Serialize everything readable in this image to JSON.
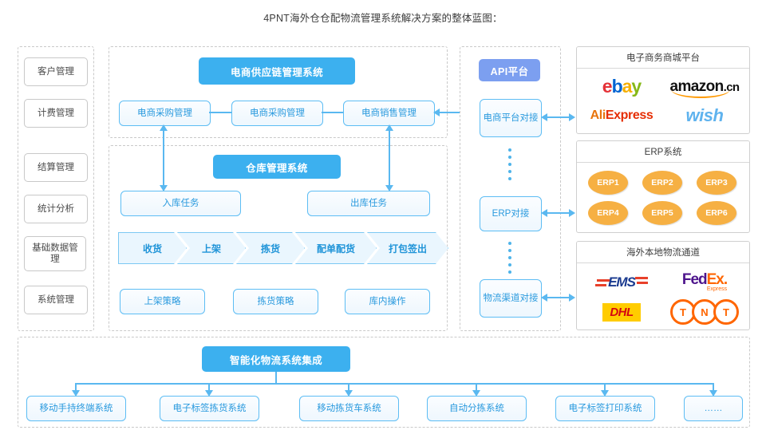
{
  "title": "4PNT海外仓仓配物流管理系统解决方案的整体蓝图：",
  "colors": {
    "header_blue": "#3cb0ef",
    "api_purple": "#7c9ff0",
    "box_border": "#5dbdf4",
    "box_text": "#2a9ade",
    "erp_orange": "#f6b043",
    "connector": "#5ab8f0",
    "sidebar_border": "#c8c8c8"
  },
  "sidebar": {
    "items": [
      {
        "label": "客户管理"
      },
      {
        "label": "计费管理"
      },
      {
        "label": "结算管理"
      },
      {
        "label": "统计分析"
      },
      {
        "label": "基础数据管理"
      },
      {
        "label": "系统管理"
      }
    ]
  },
  "supply_chain": {
    "header": "电商供应链管理系统",
    "boxes": [
      {
        "label": "电商采购管理"
      },
      {
        "label": "电商采购管理"
      },
      {
        "label": "电商销售管理"
      }
    ]
  },
  "warehouse": {
    "header": "仓库管理系统",
    "tasks": [
      {
        "label": "入库任务"
      },
      {
        "label": "出库任务"
      }
    ],
    "process": [
      {
        "label": "收货"
      },
      {
        "label": "上架"
      },
      {
        "label": "拣货"
      },
      {
        "label": "配单配货"
      },
      {
        "label": "打包签出"
      }
    ],
    "strategies": [
      {
        "label": "上架策略"
      },
      {
        "label": "拣货策略"
      },
      {
        "label": "库内操作"
      }
    ]
  },
  "api_platform": {
    "header": "API平台",
    "connectors": [
      {
        "label": "电商平台对接"
      },
      {
        "label": "ERP对接"
      },
      {
        "label": "物流渠道对接"
      }
    ]
  },
  "panels": {
    "ecommerce": {
      "title": "电子商务商城平台",
      "logos": [
        {
          "name": "ebay-logo",
          "text": "ebay"
        },
        {
          "name": "amazon-cn-logo",
          "text": "amazon.cn"
        },
        {
          "name": "aliexpress-logo",
          "text": "AliExpress"
        },
        {
          "name": "wish-logo",
          "text": "wish"
        }
      ]
    },
    "erp": {
      "title": "ERP系统",
      "items": [
        {
          "label": "ERP1"
        },
        {
          "label": "ERP2"
        },
        {
          "label": "ERP3"
        },
        {
          "label": "ERP4"
        },
        {
          "label": "ERP5"
        },
        {
          "label": "ERP6"
        }
      ]
    },
    "logistics": {
      "title": "海外本地物流通道",
      "logos": [
        {
          "name": "ems-logo",
          "text": "EMS"
        },
        {
          "name": "fedex-logo",
          "text": "FedEx",
          "sub": "Express"
        },
        {
          "name": "dhl-logo",
          "text": "DHL"
        },
        {
          "name": "tnt-logo",
          "text": "TNT"
        }
      ]
    }
  },
  "bottom": {
    "header": "智能化物流系统集成",
    "items": [
      {
        "label": "移动手持终端系统"
      },
      {
        "label": "电子标签拣货系统"
      },
      {
        "label": "移动拣货车系统"
      },
      {
        "label": "自动分拣系统"
      },
      {
        "label": "电子标签打印系统"
      },
      {
        "label": "……"
      }
    ]
  }
}
